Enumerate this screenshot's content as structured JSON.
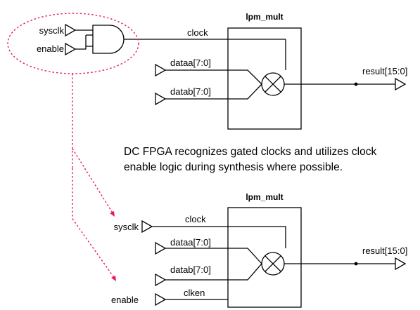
{
  "top_circuit": {
    "title": "lpm_mult",
    "inputs": {
      "sysclk": "sysclk",
      "enable": "enable",
      "dataa": "dataa[7:0]",
      "datab": "datab[7:0]"
    },
    "clock_label": "clock",
    "output": "result[15:0]"
  },
  "caption": {
    "line1": "DC FPGA recognizes gated clocks and utilizes clock",
    "line2": "enable logic during synthesis where possible."
  },
  "bottom_circuit": {
    "title": "lpm_mult",
    "inputs": {
      "sysclk": "sysclk",
      "enable": "enable",
      "dataa": "dataa[7:0]",
      "datab": "datab[7:0]"
    },
    "clock_label": "clock",
    "clken_label": "clken",
    "output": "result[15:0]"
  },
  "colors": {
    "highlight": "#e8195a",
    "lines": "#000000"
  }
}
